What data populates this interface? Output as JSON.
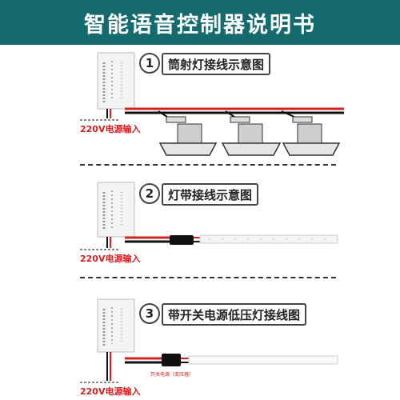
{
  "header": {
    "title": "智能语音控制器说明书"
  },
  "sections": [
    {
      "number": "1",
      "title": "筒射灯接线示意图",
      "input_label": "220V电源输入"
    },
    {
      "number": "2",
      "title": "灯带接线示意图",
      "input_label": "220V电源输入"
    },
    {
      "number": "3",
      "title": "带开关电源低压灯接线图",
      "input_label": "220V电源输入",
      "psu_label": "开关电源（变压器）"
    }
  ],
  "colors": {
    "header_bg": "#146a6c",
    "wire_red": "#d32222",
    "wire_black": "#111111",
    "label_red": "#d32222"
  }
}
